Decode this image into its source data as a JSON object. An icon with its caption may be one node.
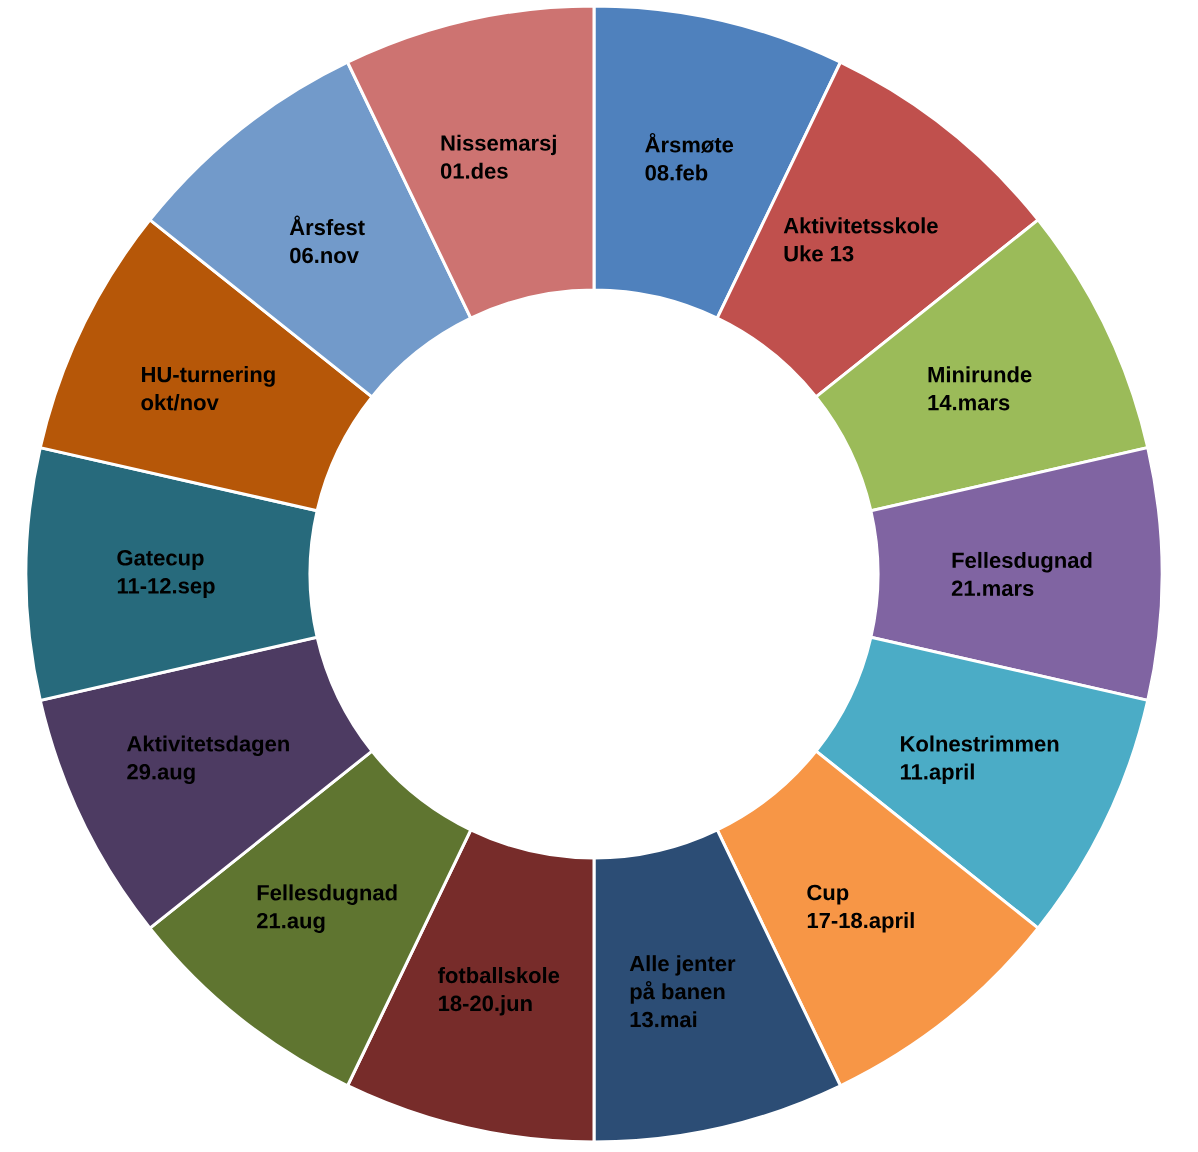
{
  "diagram": {
    "nodes": [
      {
        "text": [
          "Årsmøte",
          "08.feb"
        ]
      },
      {
        "text": [
          "Aktivitetsskole",
          "Uke 13"
        ]
      },
      {
        "text": [
          "Minirunde",
          "14.mars"
        ]
      },
      {
        "text": [
          "Fellesdugnad",
          "21.mars"
        ]
      },
      {
        "text": [
          "Kolnestrimmen",
          "11.april"
        ]
      },
      {
        "text": [
          "Cup",
          "17-18.april"
        ]
      },
      {
        "text": [
          "Alle jenter på banen",
          "13.mai"
        ]
      },
      {
        "text": [
          "fotballskole",
          "18-20.jun"
        ]
      },
      {
        "text": [
          "Fellesdugnad",
          "21.aug"
        ]
      },
      {
        "text": [
          "Aktivitetsdagen",
          "29.aug"
        ]
      },
      {
        "text": [
          "Gatecup",
          "11-12.sep"
        ]
      },
      {
        "text": [
          "HU-turnering",
          "okt/nov"
        ]
      },
      {
        "text": [
          "Årsfest",
          "06.nov"
        ]
      },
      {
        "text": [
          "Nissemarsj",
          "01.des"
        ]
      }
    ]
  }
}
